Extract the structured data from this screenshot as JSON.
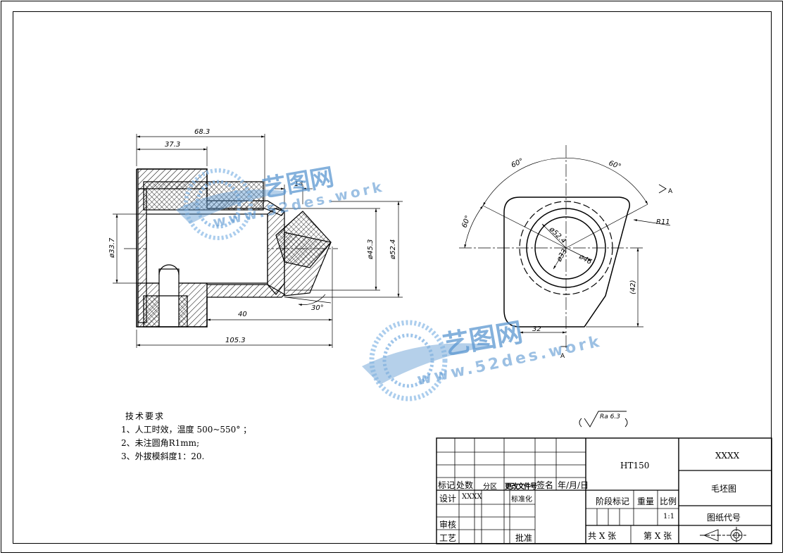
{
  "drawing": {
    "dims_section": {
      "d_68_3": "68.3",
      "d_37_3": "37.3",
      "d_14": "14",
      "d_phi33_7": "ø33.7",
      "d_phi45_3": "ø45.3",
      "d_phi52_4": "ø52.4",
      "d_40": "40",
      "d_30deg": "30°",
      "d_105_3": "105.3"
    },
    "dims_end": {
      "a60_left_top": "60°",
      "a60_right_top": "60°",
      "a60_left": "60°",
      "r11": "R11",
      "phi52_4": "ø52.4",
      "phi33": "ø33",
      "phi46": "ø46",
      "d_42": "(42)",
      "d_32": "32",
      "sec_a_top": "A",
      "sec_a_bottom": "A"
    },
    "roughness": "Ra 6.3"
  },
  "watermark": {
    "brand": "艺图网",
    "url": "www.52des.work"
  },
  "tech_requirements": {
    "title": "技术要求",
    "items": [
      "1、人工时效，温度 500~550° ；",
      "2、未注圆角R1mm;",
      "3、外拔模斜度1：20."
    ]
  },
  "title_block": {
    "material": "HT150",
    "company": "XXXX",
    "drawing_name": "毛坯图",
    "drawing_code": "图纸代号",
    "labels": {
      "biaoji": "标记",
      "chushu": "处数",
      "fenqu": "分区",
      "gengai": "更改文件号",
      "qianming": "签名",
      "date": "年/月/日",
      "sheji": "设计",
      "sheji_value": "XXXX",
      "biaozhunhua": "标准化",
      "shenhe": "审核",
      "gongyi": "工艺",
      "pizhun": "批准",
      "stage_mark": "阶段标记",
      "weight": "重量",
      "scale": "比例",
      "scale_value": "1:1",
      "total_sheets": "共 X 张",
      "sheet_no": "第 X 张"
    }
  }
}
